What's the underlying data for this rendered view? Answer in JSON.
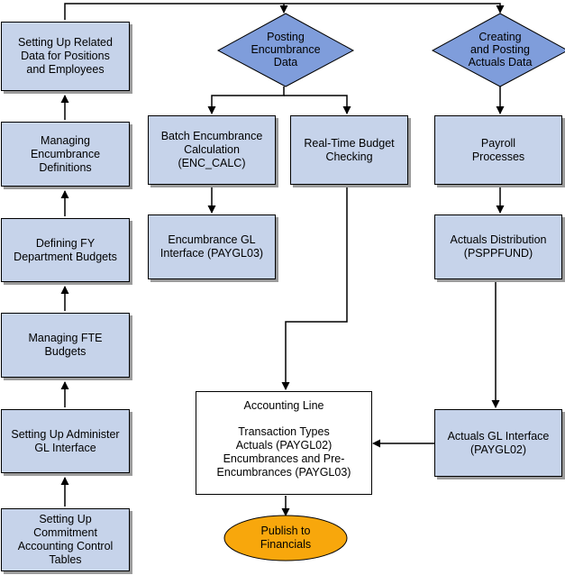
{
  "colors": {
    "box_fill": "#c6d3ea",
    "diamond_fill": "#7f9ddb",
    "oval_fill": "#f8a70c",
    "line": "#000000"
  },
  "left_column": [
    "Setting Up Related\nData for Positions\nand Employees",
    "Managing\nEncumbrance\nDefinitions",
    "Defining FY\nDepartment Budgets",
    "Managing FTE\nBudgets",
    "Setting Up Administer\nGL Interface",
    "Setting Up\nCommitment\nAccounting Control\nTables"
  ],
  "diamonds": {
    "posting_encumbrance": "Posting\nEncumbrance\nData",
    "creating_actuals": "Creating\nand Posting\nActuals Data"
  },
  "middle": {
    "batch": "Batch Encumbrance\nCalculation\n(ENC_CALC)",
    "realtime": "Real-Time Budget\nChecking",
    "enc_gl": "Encumbrance GL\nInterface (PAYGL03)"
  },
  "right": {
    "payroll": "Payroll\nProcesses",
    "actuals_dist": "Actuals Distribution\n(PSPPFUND)",
    "actuals_gl": "Actuals GL Interface\n(PAYGL02)"
  },
  "accounting": {
    "title": "Accounting Line",
    "body": "Transaction Types\nActuals (PAYGL02)\nEncumbrances and Pre-\nEncumbrances (PAYGL03)"
  },
  "publish": "Publish to\nFinancials"
}
